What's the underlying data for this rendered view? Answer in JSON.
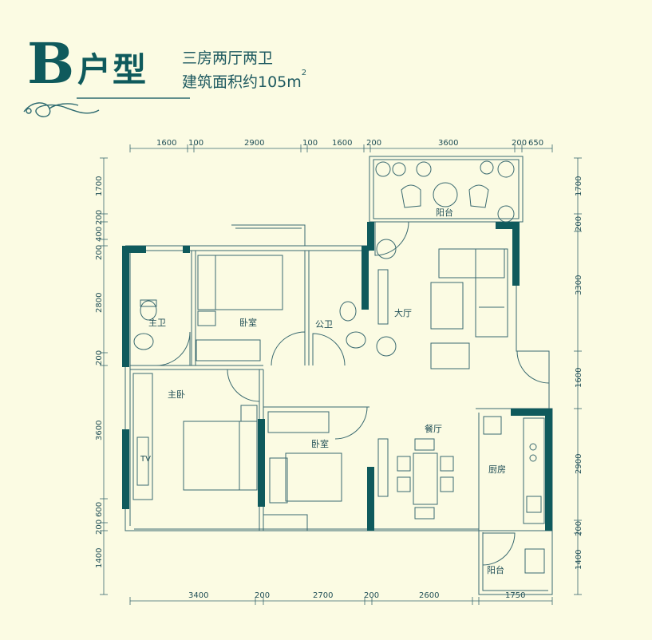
{
  "title": {
    "letter": "B",
    "suffix": "户型",
    "layout": "三房两厅两卫",
    "area_prefix": "建筑面积约105m",
    "area_sup": "2"
  },
  "colors": {
    "background": "#fbfbe3",
    "wall": "#0f5a5c",
    "line": "#3a6a70",
    "text": "#1f4e56"
  },
  "rooms": {
    "balcony_top": "阳台",
    "living": "大厅",
    "bedroom_top": "卧室",
    "public_bath": "公卫",
    "master_bath": "主卫",
    "master_bedroom": "主卧",
    "bedroom_mid": "卧室",
    "dining": "餐厅",
    "kitchen": "厨房",
    "balcony_bottom": "阳台",
    "tv": "TV"
  },
  "dimensions": {
    "top": [
      "1600",
      "100",
      "2900",
      "100",
      "1600",
      "200",
      "3600",
      "200",
      "650"
    ],
    "bottom": [
      "3400",
      "200",
      "2700",
      "200",
      "2600",
      "1750"
    ],
    "left": [
      "1700",
      "200",
      "400",
      "200",
      "2800",
      "200",
      "3600",
      "600",
      "200",
      "1400"
    ],
    "right": [
      "1700",
      "200",
      "3300",
      "1600",
      "2900",
      "200",
      "1400"
    ]
  }
}
